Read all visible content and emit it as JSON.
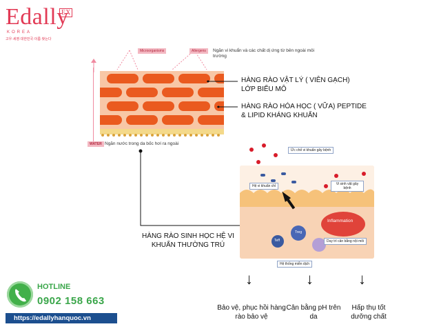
{
  "brand": {
    "name": "Edally",
    "badge": "EX",
    "sub": "KOREA",
    "tagline": "고우·세영·대한민국·이름·찾는다"
  },
  "top_tags": {
    "microorganisms": "Microorganisms",
    "allergens": "Allergens"
  },
  "top_note": "Ngăn vi khuẩn và các chất dị ứng từ bên ngoài môi trường",
  "physical_barrier": "HÀNG RÀO VẬT LÝ ( VIÊN GẠCH) LỚP BIỂU MÔ",
  "chemical_barrier": "HÀNG RÀO HÓA HỌC ( VỮA) PEPTIDE & LIPID KHÁNG KHUẨN",
  "water_tag": "WATER",
  "water_note": "Ngăn nước trong da bốc hơi ra ngoài",
  "biological_barrier": "HÀNG RÀO SINH HỌC HỆ VI KHUẨN THƯỜNG TRÚ",
  "bio_labels": {
    "inhibit": "Ức chế vi khuẩn gây bệnh",
    "host": "Hệ vi khuẩn chỉ",
    "pathogen": "Vi sinh vật gây bệnh",
    "inflammation": "Inflammation",
    "balance": "Duy trì cân bằng nội môi",
    "immune": "Hệ thống miễn dịch",
    "treg": "Treg",
    "tcell": "Teff"
  },
  "benefits": [
    "Bảo vệ, phục hồi hàng rào bảo vệ",
    "Cân bằng pH trên da",
    "Hấp thụ tốt dưỡng chất"
  ],
  "hotline": {
    "label": "HOTLINE",
    "number": "0902 158 663"
  },
  "website": "https://edallyhanquoc.vn",
  "colors": {
    "brand": "#e23a55",
    "brick": "#ea5a1f",
    "green": "#3aa64a",
    "navy": "#1c4f8f"
  }
}
